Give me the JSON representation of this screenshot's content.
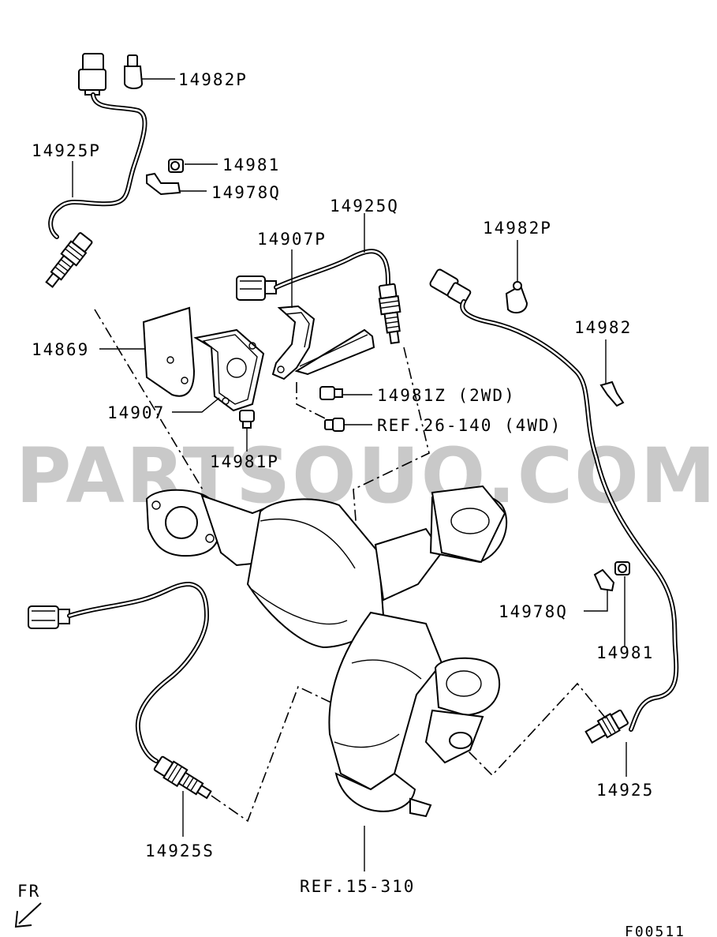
{
  "watermark": "PARTSOUQ.COM",
  "diagram_code": "F00511",
  "direction_label": "FR",
  "labels": {
    "p14982P_top": "14982P",
    "p14925P": "14925P",
    "p14981_top": "14981",
    "p14978Q_top": "14978Q",
    "p14925Q": "14925Q",
    "p14907P": "14907P",
    "p14982P_right": "14982P",
    "p14982": "14982",
    "p14869": "14869",
    "p14981Z": "14981Z (2WD)",
    "p14907": "14907",
    "ref_26_140": "REF.26-140 (4WD)",
    "p14981P": "14981P",
    "p14978Q_right": "14978Q",
    "p14981_right": "14981",
    "p14925": "14925",
    "p14925S": "14925S",
    "ref_15_310": "REF.15-310"
  },
  "icons": [
    "oxygen-sensor-icon",
    "connector-icon",
    "wire-clip-icon",
    "bolt-icon",
    "heat-shield-icon",
    "bracket-icon",
    "catalytic-converter-icon",
    "exhaust-flange-icon",
    "front-arrow-icon"
  ]
}
